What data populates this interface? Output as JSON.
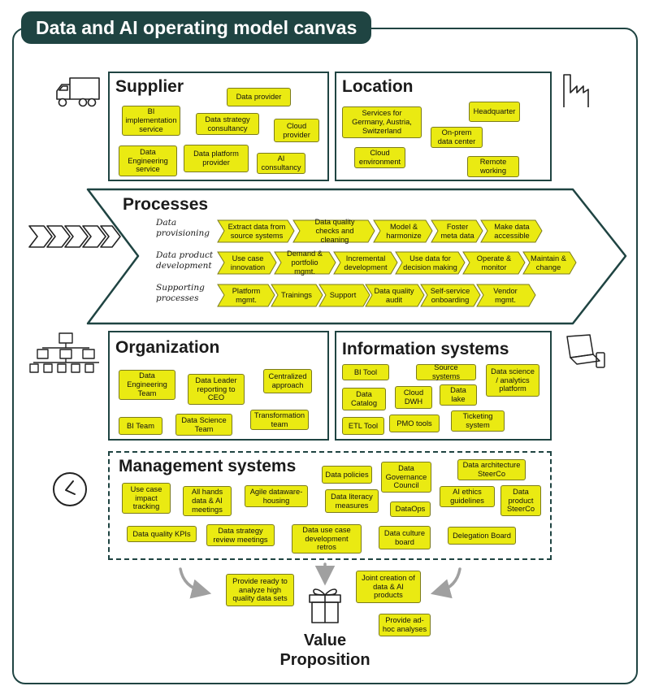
{
  "canvas_title": "Data and AI operating model canvas",
  "supplier": {
    "title": "Supplier",
    "items": [
      "Data provider",
      "BI implementation service",
      "Data strategy consultancy",
      "Cloud provider",
      "Data Engineering service",
      "Data platform provider",
      "AI consultancy"
    ]
  },
  "location": {
    "title": "Location",
    "items": [
      "Services for Germany, Austria, Switzerland",
      "Headquarter",
      "On-prem data center",
      "Cloud environment",
      "Remote working"
    ]
  },
  "processes": {
    "title": "Processes",
    "rows": [
      {
        "label": "Data provisioning",
        "steps": [
          "Extract data from source systems",
          "Data quality checks and cleaning",
          "Model & harmonize",
          "Foster meta data",
          "Make data accessible"
        ]
      },
      {
        "label": "Data product development",
        "steps": [
          "Use case innovation",
          "Demand & portfolio mgmt.",
          "Incremental development",
          "Use data for decision making",
          "Operate & monitor",
          "Maintain & change"
        ]
      },
      {
        "label": "Supporting processes",
        "steps": [
          "Platform mgmt.",
          "Trainings",
          "Support",
          "Data quality audit",
          "Self-service onboarding",
          "Vendor mgmt."
        ]
      }
    ]
  },
  "organization": {
    "title": "Organization",
    "items": [
      "Data Engineering Team",
      "Data Leader reporting to CEO",
      "Centralized approach",
      "BI Team",
      "Data Science Team",
      "Transformation team"
    ]
  },
  "information_systems": {
    "title": "Information systems",
    "items": [
      "BI Tool",
      "Source systems",
      "Data science / analytics platform",
      "Data Catalog",
      "Cloud DWH",
      "Data lake",
      "ETL Tool",
      "PMO tools",
      "Ticketing system"
    ]
  },
  "management_systems": {
    "title": "Management systems",
    "items": [
      "Data policies",
      "Data Governance Council",
      "Data architecture SteerCo",
      "Use case impact tracking",
      "All hands data & AI meetings",
      "Agile dataware-housing",
      "Data literacy measures",
      "AI ethics guidelines",
      "Data product SteerCo",
      "DataOps",
      "Data quality KPIs",
      "Data strategy review meetings",
      "Data use case development retros",
      "Data culture board",
      "Delegation Board"
    ]
  },
  "value_proposition": {
    "title": "Value Proposition",
    "items": [
      "Provide ready to analyze high quality data sets",
      "Joint creation of data & AI products",
      "Provide ad-hoc analyses"
    ]
  },
  "icons": [
    "truck-icon",
    "factory-icon",
    "chevron-arrows-icon",
    "org-chart-icon",
    "laptop-phone-icon",
    "clock-icon",
    "gift-icon"
  ],
  "colors": {
    "dark_green": "#1f4442",
    "sticky_yellow": "#eaea12"
  }
}
